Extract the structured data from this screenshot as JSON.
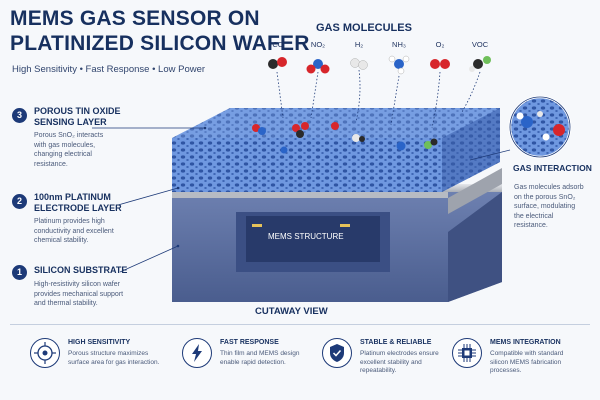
{
  "title_line1": "MEMS GAS SENSOR ON",
  "title_line2": "PLATINIZED SILICON WAFER",
  "subtitle": "High Sensitivity  •  Fast Response  •  Low Power",
  "gas_molecules": {
    "title": "GAS MOLECULES",
    "items": [
      {
        "label": "CO",
        "color": "#2b2b2b",
        "color2": "#d7262b"
      },
      {
        "label": "NO₂",
        "color": "#2a64c8",
        "color2": "#d7262b"
      },
      {
        "label": "H₂",
        "color": "#e8e8e8",
        "color2": "#e8e8e8"
      },
      {
        "label": "NH₃",
        "color": "#2a64c8",
        "color2": "#ffffff"
      },
      {
        "label": "O₂",
        "color": "#d7262b",
        "color2": "#d7262b"
      },
      {
        "label": "VOC",
        "color": "#2b2b2b",
        "color2": "#6fbf5a"
      }
    ]
  },
  "layers": [
    {
      "num": "3",
      "title": "POROUS TIN OXIDE SENSING LAYER",
      "title_a": "POROUS TIN OXIDE",
      "title_b": "SENSING LAYER",
      "desc": [
        "Porous SnO₂ interacts",
        "with gas molecules,",
        "changing electrical",
        "resistance."
      ]
    },
    {
      "num": "2",
      "title": "100nm PLATINUM ELECTRODE LAYER",
      "title_a": "100nm PLATINUM",
      "title_b": "ELECTRODE LAYER",
      "desc": [
        "Platinum provides high",
        "conductivity and excellent",
        "chemical stability."
      ]
    },
    {
      "num": "1",
      "title": "SILICON SUBSTRATE",
      "title_a": "SILICON SUBSTRATE",
      "title_b": "",
      "desc": [
        "High-resistivity silicon wafer",
        "provides mechanical support",
        "and thermal stability."
      ]
    }
  ],
  "gas_interaction": {
    "title": "GAS INTERACTION",
    "desc": [
      "Gas molecules adsorb",
      "on the porous SnO₂",
      "surface, modulating",
      "the electrical",
      "resistance."
    ]
  },
  "mems_structure": "MEMS STRUCTURE",
  "cutaway": "CUTAWAY VIEW",
  "features": [
    {
      "icon": "target-icon",
      "title": "HIGH SENSITIVITY",
      "desc": [
        "Porous structure maximizes",
        "surface area for gas interaction."
      ]
    },
    {
      "icon": "lightning-icon",
      "title": "FAST RESPONSE",
      "desc": [
        "Thin film and MEMS design",
        "enable rapid detection."
      ]
    },
    {
      "icon": "shield-icon",
      "title": "STABLE & RELIABLE",
      "desc": [
        "Platinum electrodes ensure",
        "excellent stability and",
        "repeatability."
      ]
    },
    {
      "icon": "chip-icon",
      "title": "MEMS INTEGRATION",
      "desc": [
        "Compatible with standard",
        "silicon MEMS fabrication",
        "processes."
      ]
    }
  ],
  "colors": {
    "navy": "#17305f",
    "sensing": "#5b86d6",
    "platinum": "#c9ccd1",
    "silicon": "#5f73a4"
  }
}
